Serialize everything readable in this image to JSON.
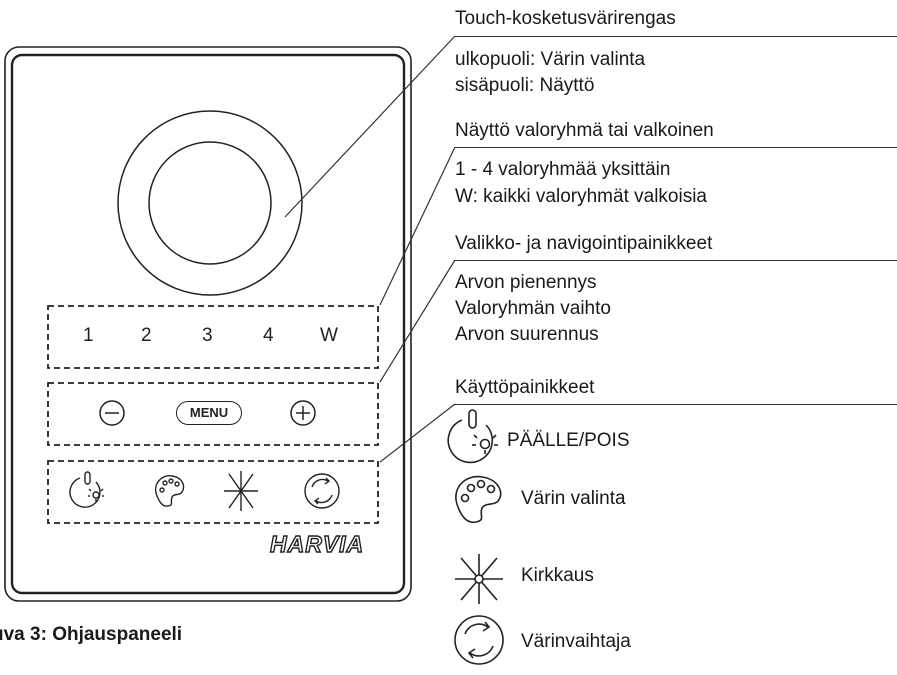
{
  "panel": {
    "brand": "HARVIA",
    "channels": [
      "1",
      "2",
      "3",
      "4",
      "W"
    ],
    "menu_label": "MENU"
  },
  "caption": "uva 3: Ohjauspaneeli",
  "labels": {
    "ring_title": "Touch-kosketusvärirengas",
    "ring_outer": "ulkopuoli: Värin valinta",
    "ring_inner": "sisäpuoli: Näyttö",
    "group_title": "Näyttö valoryhmä tai valkoinen",
    "group_line1": "1 - 4 valoryhmää yksittäin",
    "group_line2": "W: kaikki valoryhmät valkoisia",
    "nav_title": "Valikko- ja navigointipainikkeet",
    "nav_line1": "Arvon pienennys",
    "nav_line2": "Valoryhmän vaihto",
    "nav_line3": "Arvon suurennus",
    "op_title": "Käyttöpainikkeet",
    "op_power": "PÄÄLLE/POIS",
    "op_color": "Värin valinta",
    "op_brightness": "Kirkkaus",
    "op_changer": "Värinvaihtaja"
  }
}
